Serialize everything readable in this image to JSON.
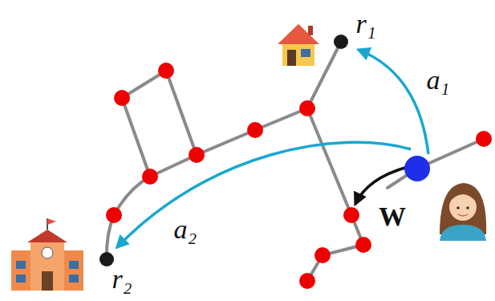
{
  "diagram": {
    "labels": [
      "r₁",
      "a₁",
      "W",
      "a₂",
      "r₂"
    ]
  }
}
